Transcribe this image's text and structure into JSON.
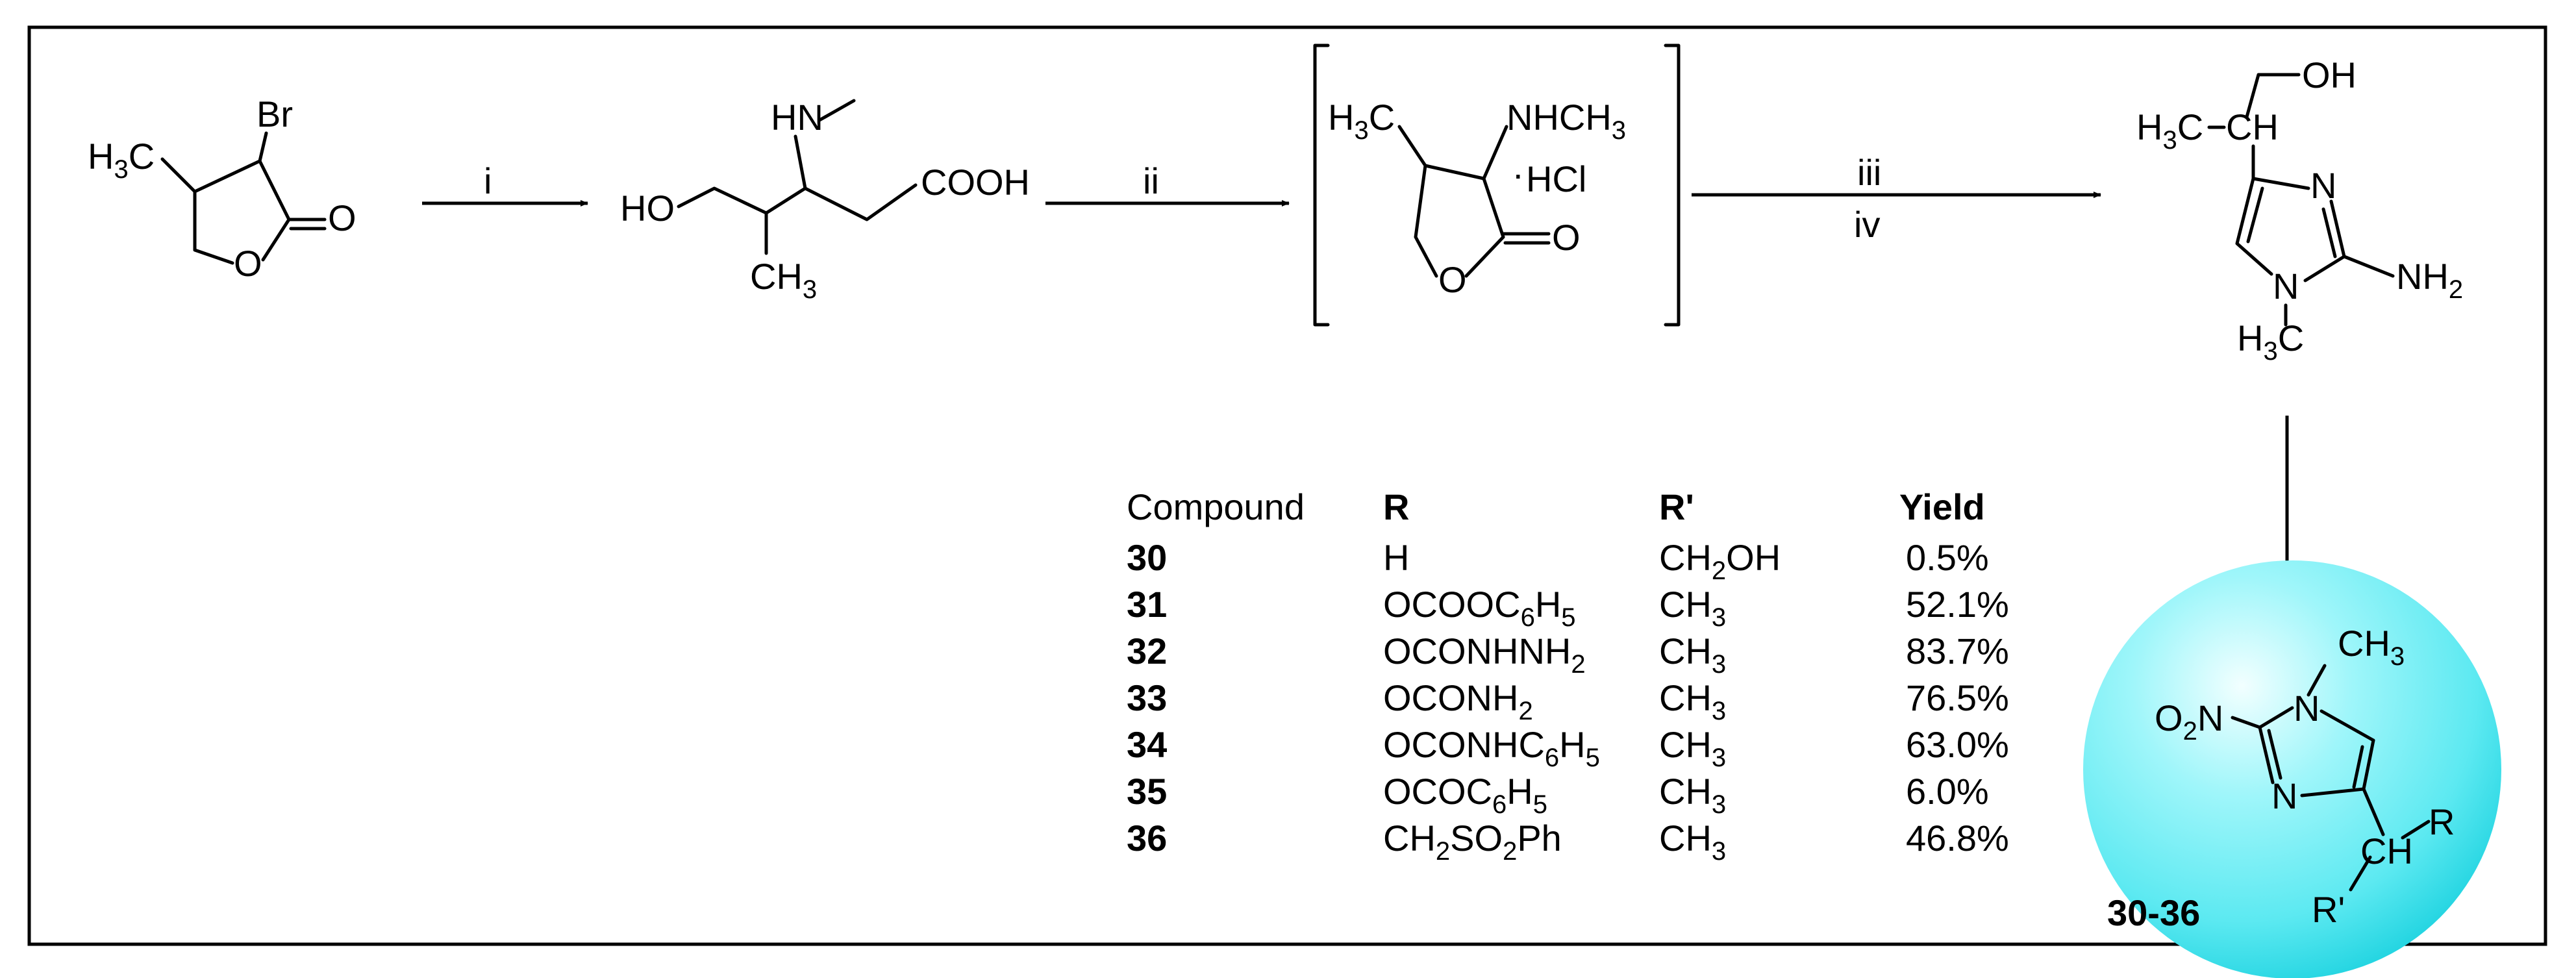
{
  "reagents": {
    "step1": "i",
    "step2": "ii",
    "step3a": "iii",
    "step3b": "iv"
  },
  "labels": {
    "sm_me_h": "H",
    "sm_me_sub": "3",
    "sm_me_c": "C",
    "sm_br": "Br",
    "sm_co": "O",
    "sm_ro": "O",
    "acid_hn": "HN",
    "acid_ho": "HO",
    "acid_cooh": "COOH",
    "acid_me_ch": "CH",
    "acid_me_sub": "3",
    "int_me_h": "H",
    "int_me_sub": "3",
    "int_me_c": "C",
    "int_nme_a": "NHCH",
    "int_nme_sub": "3",
    "int_hcl": "HCl",
    "int_dot": ".",
    "int_co": "O",
    "int_ro": "O",
    "imid_oh": "OH",
    "imid_me_h": "H",
    "imid_me_sub": "3",
    "imid_me_c": "C",
    "imid_ch": "CH",
    "imid_n3": "N",
    "imid_n1": "N",
    "imid_nh2_a": "NH",
    "imid_nh2_sub": "2",
    "imid_nme_h": "H",
    "imid_nme_sub": "3",
    "imid_nme_c": "C",
    "prod_me_ch": "CH",
    "prod_me_sub": "3",
    "prod_o2n_o": "O",
    "prod_o2n_sub": "2",
    "prod_o2n_n": "N",
    "prod_n1": "N",
    "prod_n3": "N",
    "prod_r": "R",
    "prod_ch": "CH",
    "prod_rp": "R'",
    "prod_range": "30-36"
  },
  "table": {
    "headers": [
      "Compound",
      "R",
      "R'",
      "Yield"
    ],
    "rows": [
      {
        "compound": "30",
        "r": [
          [
            "H",
            ""
          ]
        ],
        "rp": [
          [
            "CH",
            ""
          ],
          [
            "2",
            "sub"
          ],
          [
            "OH",
            ""
          ]
        ],
        "yield": "0.5%"
      },
      {
        "compound": "31",
        "r": [
          [
            "OCOOC",
            ""
          ],
          [
            "6",
            "sub"
          ],
          [
            "H",
            ""
          ],
          [
            "5",
            "sub"
          ]
        ],
        "rp": [
          [
            "CH",
            ""
          ],
          [
            "3",
            "sub"
          ]
        ],
        "yield": "52.1%"
      },
      {
        "compound": "32",
        "r": [
          [
            "OCONHNH",
            ""
          ],
          [
            "2",
            "sub"
          ]
        ],
        "rp": [
          [
            "CH",
            ""
          ],
          [
            "3",
            "sub"
          ]
        ],
        "yield": "83.7%"
      },
      {
        "compound": "33",
        "r": [
          [
            "OCONH",
            ""
          ],
          [
            "2",
            "sub"
          ]
        ],
        "rp": [
          [
            "CH",
            ""
          ],
          [
            "3",
            "sub"
          ]
        ],
        "yield": "76.5%"
      },
      {
        "compound": "34",
        "r": [
          [
            "OCONHC",
            ""
          ],
          [
            "6",
            "sub"
          ],
          [
            "H",
            ""
          ],
          [
            "5",
            "sub"
          ]
        ],
        "rp": [
          [
            "CH",
            ""
          ],
          [
            "3",
            "sub"
          ]
        ],
        "yield": "63.0%"
      },
      {
        "compound": "35",
        "r": [
          [
            "OCOC",
            ""
          ],
          [
            "6",
            "sub"
          ],
          [
            "H",
            ""
          ],
          [
            "5",
            "sub"
          ]
        ],
        "rp": [
          [
            "CH",
            ""
          ],
          [
            "3",
            "sub"
          ]
        ],
        "yield": "6.0%"
      },
      {
        "compound": "36",
        "r": [
          [
            "CH",
            ""
          ],
          [
            "2",
            "sub"
          ],
          [
            "SO",
            ""
          ],
          [
            "2",
            "sub"
          ],
          [
            "Ph",
            ""
          ]
        ],
        "rp": [
          [
            "CH",
            ""
          ],
          [
            "3",
            "sub"
          ]
        ],
        "yield": "46.8%"
      }
    ]
  },
  "colors": {
    "sphere_light": "#f2ffff",
    "sphere_mid": "#6ff0f6",
    "sphere_dark": "#1fd3e0"
  }
}
